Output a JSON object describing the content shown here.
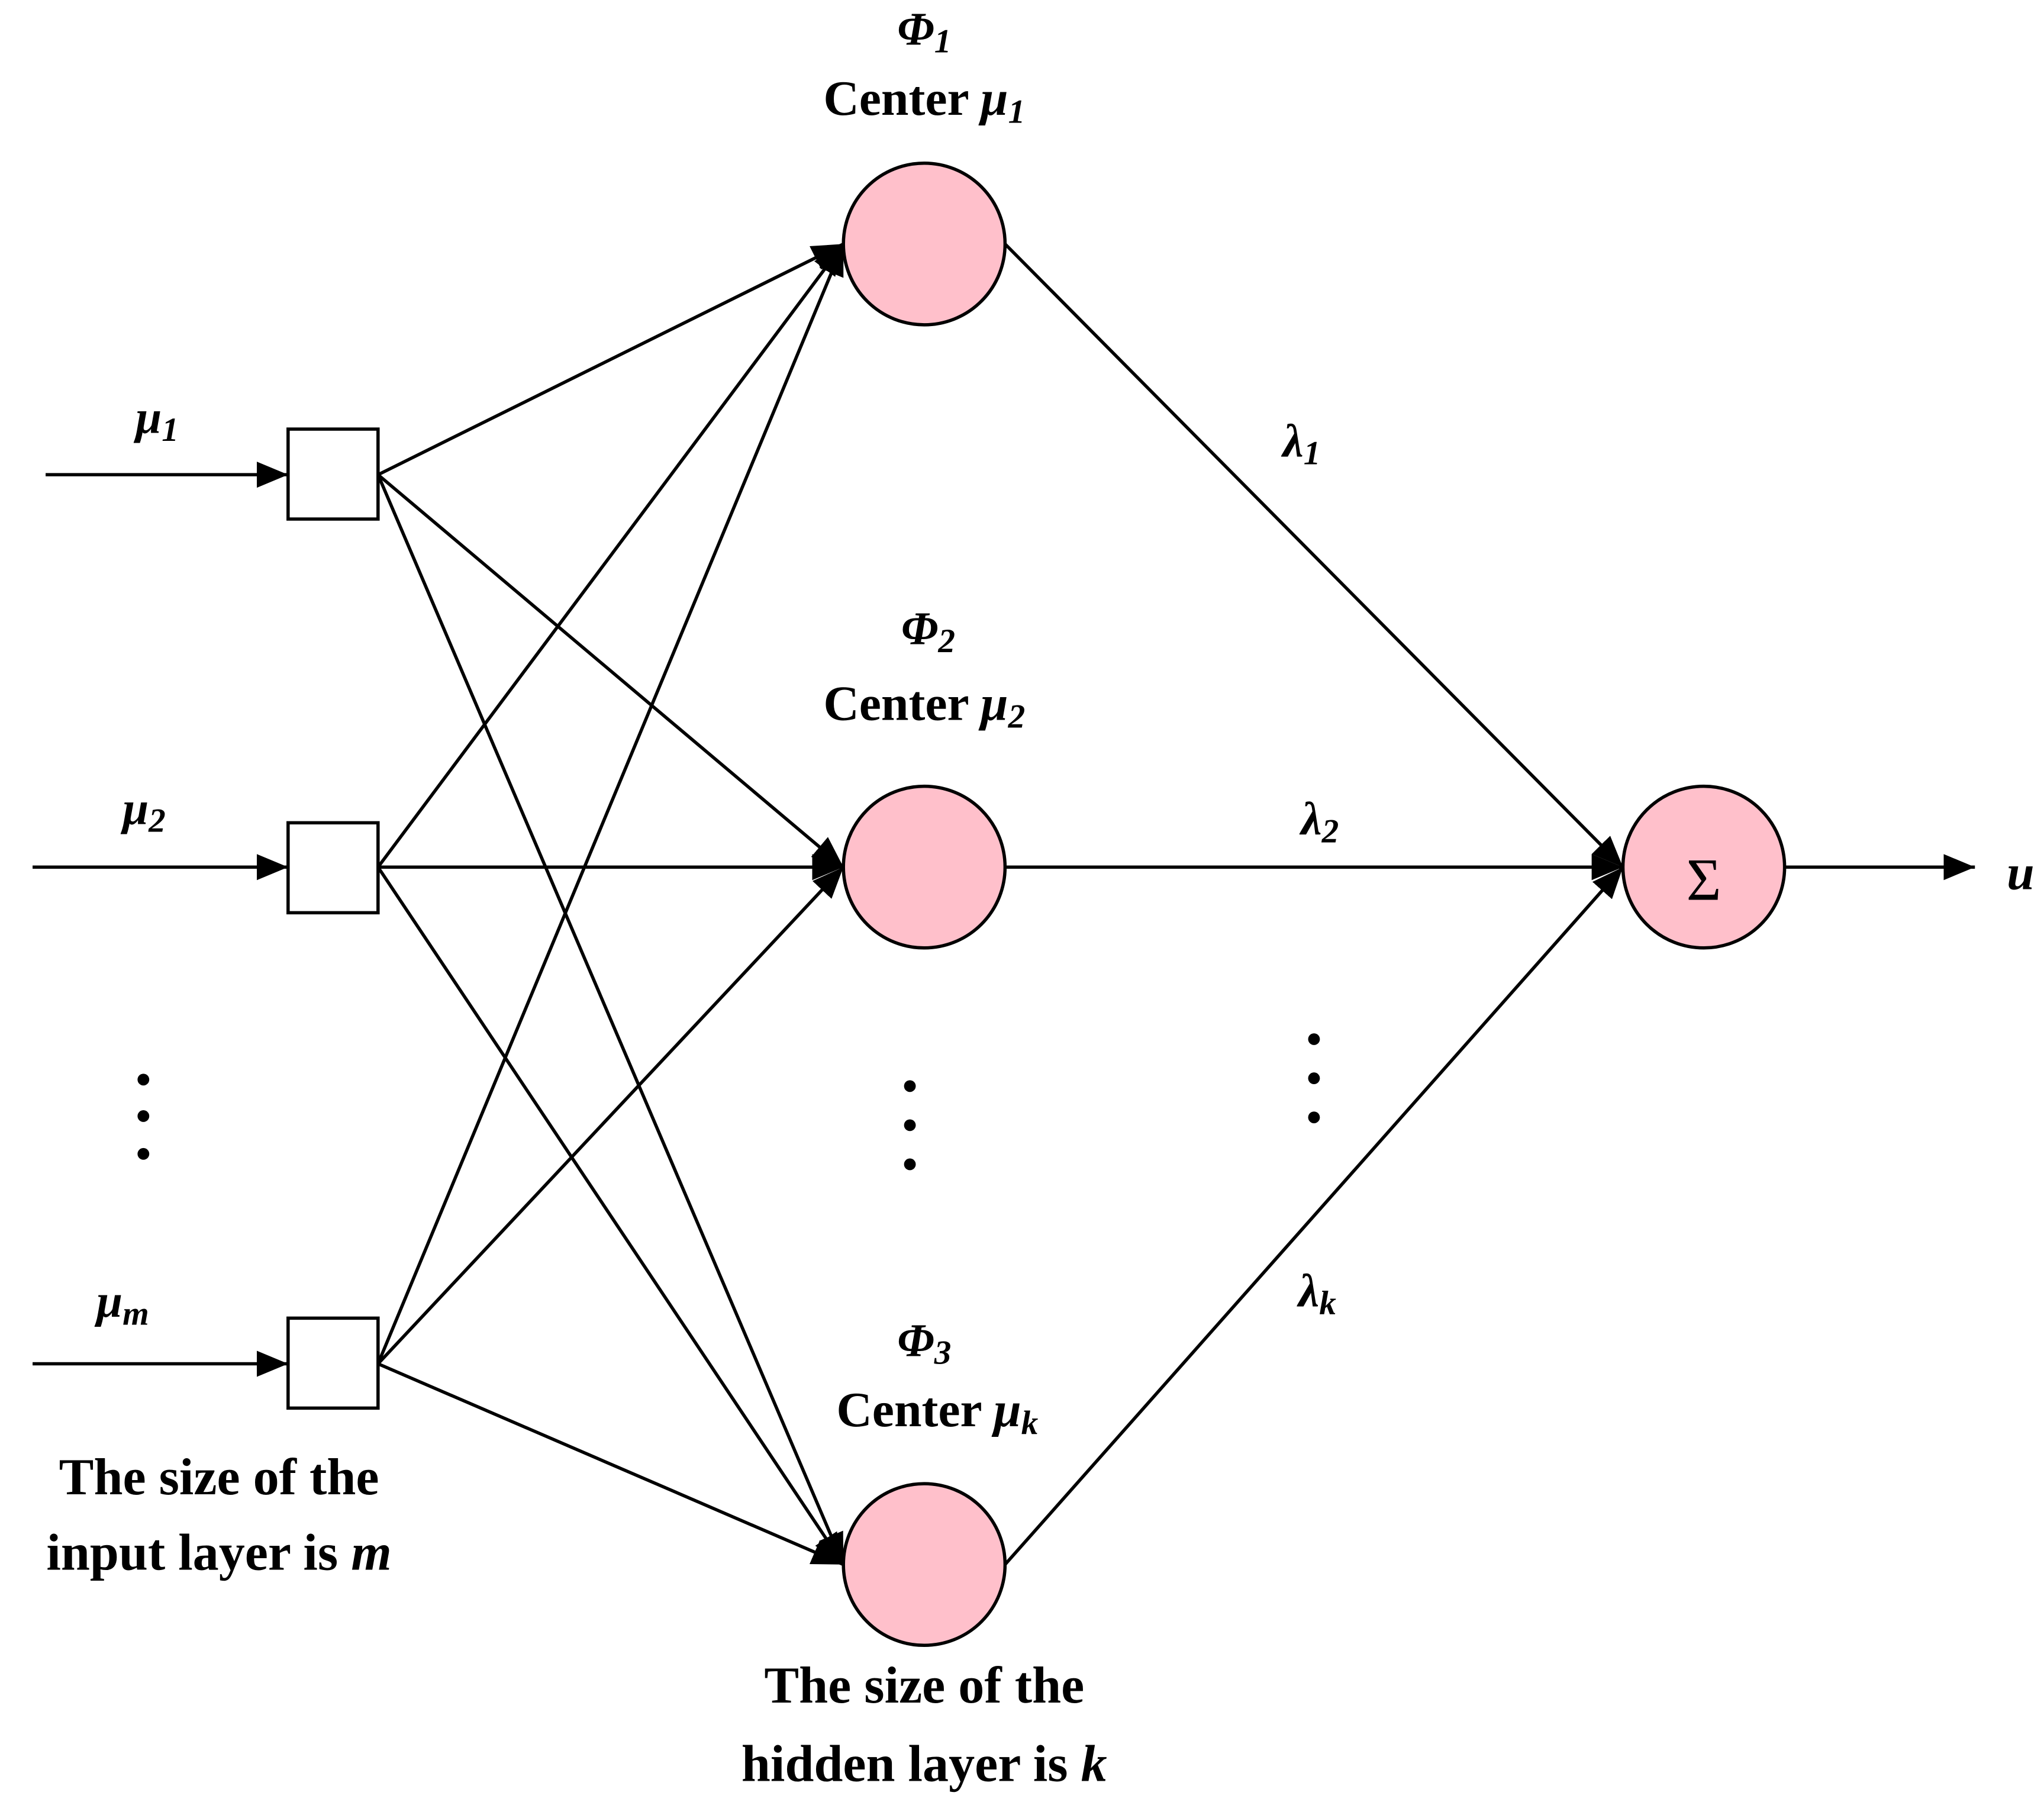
{
  "colors": {
    "node_fill": "#FFC0CB",
    "stroke": "#000000",
    "background": "#FFFFFF"
  },
  "inputs": [
    {
      "symbol": "μ",
      "sub": "1"
    },
    {
      "symbol": "μ",
      "sub": "2"
    },
    {
      "symbol": "μ",
      "sub": "m"
    }
  ],
  "hidden": [
    {
      "phi": "Φ",
      "phi_sub": "1",
      "center_label": "Center ",
      "mu": "μ",
      "mu_sub": "1"
    },
    {
      "phi": "Φ",
      "phi_sub": "2",
      "center_label": "Center ",
      "mu": "μ",
      "mu_sub": "2"
    },
    {
      "phi": "Φ",
      "phi_sub": "3",
      "center_label": "Center ",
      "mu": "μ",
      "mu_sub": "k"
    }
  ],
  "weights": [
    {
      "symbol": "λ",
      "sub": "1"
    },
    {
      "symbol": "λ",
      "sub": "2"
    },
    {
      "symbol": "λ",
      "sub": "k"
    }
  ],
  "sum_symbol": "Σ",
  "output": "u",
  "input_caption": {
    "line1": "The size of the",
    "line2": "input layer is ",
    "var": "m"
  },
  "hidden_caption": {
    "line1": "The size of the",
    "line2": "hidden layer is ",
    "var": "k"
  }
}
